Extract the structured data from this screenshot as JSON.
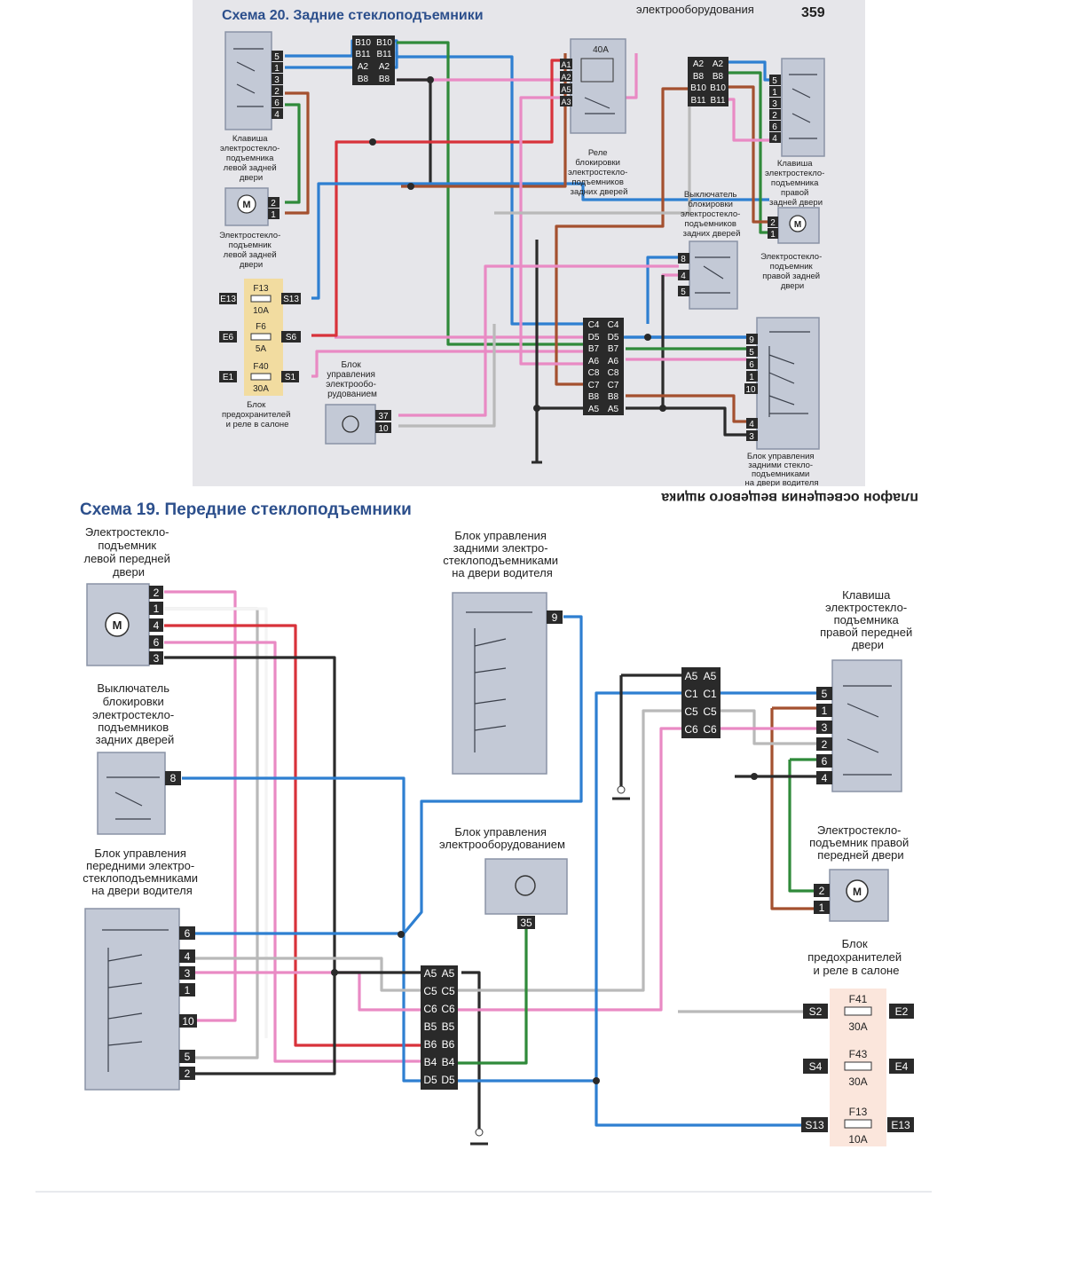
{
  "colors": {
    "blue": "#2e7fd1",
    "green": "#2f8a3a",
    "brown": "#a4502f",
    "pink": "#e98ac4",
    "red": "#d8323a",
    "black": "#2b2b2b",
    "gray": "#b9b9b9",
    "white": "#f4f4f4",
    "heading": "#2c4f8c"
  },
  "top_diagram": {
    "title": "Схема 20. Задние стеклоподъемники",
    "header_fragment": "электрооборудования",
    "page_number": "359",
    "left_switch": {
      "label": [
        "Клавиша",
        "электростекло-",
        "подъемника",
        "левой задней",
        "двери"
      ],
      "pins": [
        "5",
        "1",
        "3",
        "2",
        "6",
        "4"
      ]
    },
    "left_motor": {
      "symbol": "M",
      "label": [
        "Электростекло-",
        "подъемник",
        "левой задней",
        "двери"
      ],
      "pins": [
        "2",
        "1"
      ]
    },
    "connector_left": {
      "rows": [
        [
          "B10",
          "B10"
        ],
        [
          "B11",
          "B11"
        ],
        [
          "A2",
          "A2"
        ],
        [
          "B8",
          "B8"
        ]
      ]
    },
    "relay": {
      "rating": "40A",
      "pins": [
        "A1",
        "A2",
        "A5",
        "A3"
      ],
      "label": [
        "Реле",
        "блокировки",
        "электростекло-",
        "подъемников",
        "задних дверей"
      ]
    },
    "connector_right": {
      "rows": [
        [
          "A2",
          "A2"
        ],
        [
          "B8",
          "B8"
        ],
        [
          "B10",
          "B10"
        ],
        [
          "B11",
          "B11"
        ]
      ]
    },
    "right_switch": {
      "label": [
        "Клавиша",
        "электростекло-",
        "подъемника",
        "правой",
        "задней двери"
      ],
      "pins": [
        "5",
        "1",
        "3",
        "2",
        "6",
        "4"
      ]
    },
    "right_motor": {
      "symbol": "M",
      "label": [
        "Электростекло-",
        "подъемник",
        "правой задней",
        "двери"
      ],
      "pins": [
        "2",
        "1"
      ]
    },
    "lock_switch": {
      "label": [
        "Выключатель",
        "блокировки",
        "электростекло-",
        "подъемников",
        "задних дверей"
      ],
      "pins": [
        "8",
        "4",
        "5"
      ]
    },
    "fuses": [
      {
        "left": "E13",
        "name": "F13",
        "rating": "10A",
        "right": "S13"
      },
      {
        "left": "E6",
        "name": "F6",
        "rating": "5A",
        "right": "S6"
      },
      {
        "left": "E1",
        "name": "F40",
        "rating": "30A",
        "right": "S1"
      }
    ],
    "fuse_block_label": [
      "Блок",
      "предохранителей",
      "и реле в салоне"
    ],
    "ecu": {
      "label": [
        "Блок",
        "управления",
        "электрообо-",
        "рудованием"
      ],
      "pins": [
        "37",
        "10"
      ]
    },
    "connector_center": {
      "rows": [
        [
          "C4",
          "C4"
        ],
        [
          "D5",
          "D5"
        ],
        [
          "B7",
          "B7"
        ],
        [
          "A6",
          "A6"
        ],
        [
          "C8",
          "C8"
        ],
        [
          "C7",
          "C7"
        ],
        [
          "B8",
          "B8"
        ],
        [
          "A5",
          "A5"
        ]
      ]
    },
    "driver_unit": {
      "label": [
        "Блок управления",
        "задними стекло-",
        "подъемниками",
        "на двери водителя"
      ],
      "pins": [
        "9",
        "5",
        "6",
        "1",
        "10",
        "4",
        "3"
      ]
    }
  },
  "bottom_diagram": {
    "title": "Схема 19. Передние стеклоподъемники",
    "ghost_title": "плафон освещения вещевого ящика",
    "left_motor": {
      "symbol": "M",
      "label": [
        "Электростекло-",
        "подъемник",
        "левой передней",
        "двери"
      ],
      "pins": [
        "2",
        "1",
        "4",
        "6",
        "3"
      ]
    },
    "lock_switch": {
      "label": [
        "Выключатель",
        "блокировки",
        "электростекло-",
        "подъемников",
        "задних дверей"
      ],
      "pins": [
        "8"
      ]
    },
    "front_unit": {
      "label": [
        "Блок управления",
        "передними электро-",
        "стеклоподъемниками",
        "на двери водителя"
      ],
      "pins": [
        "6",
        "4",
        "3",
        "1",
        "10",
        "5",
        "2"
      ]
    },
    "rear_unit": {
      "label": [
        "Блок управления",
        "задними электро-",
        "стеклоподъемниками",
        "на двери водителя"
      ],
      "pins": [
        "9"
      ]
    },
    "ecu": {
      "label": [
        "Блок управления",
        "электрооборудованием"
      ],
      "pins": [
        "35"
      ]
    },
    "connector_center": {
      "rows": [
        [
          "A5",
          "A5"
        ],
        [
          "C5",
          "C5"
        ],
        [
          "C6",
          "C6"
        ],
        [
          "B5",
          "B5"
        ],
        [
          "B6",
          "B6"
        ],
        [
          "B4",
          "B4"
        ],
        [
          "D5",
          "D5"
        ]
      ]
    },
    "connector_right": {
      "rows": [
        [
          "A5",
          "A5"
        ],
        [
          "C1",
          "C1"
        ],
        [
          "C5",
          "C5"
        ],
        [
          "C6",
          "C6"
        ]
      ]
    },
    "right_switch": {
      "label": [
        "Клавиша",
        "электростекло-",
        "подъемника",
        "правой передней",
        "двери"
      ],
      "pins": [
        "5",
        "1",
        "3",
        "2",
        "6",
        "4"
      ]
    },
    "right_motor": {
      "symbol": "M",
      "label": [
        "Электростекло-",
        "подъемник правой",
        "передней двери"
      ],
      "pins": [
        "2",
        "1"
      ]
    },
    "fuse_block_label": [
      "Блок",
      "предохранителей",
      "и реле в салоне"
    ],
    "fuses": [
      {
        "left": "S2",
        "name": "F41",
        "rating": "30A",
        "right": "E2"
      },
      {
        "left": "S4",
        "name": "F43",
        "rating": "30A",
        "right": "E4"
      },
      {
        "left": "S13",
        "name": "F13",
        "rating": "10A",
        "right": "E13"
      }
    ]
  }
}
